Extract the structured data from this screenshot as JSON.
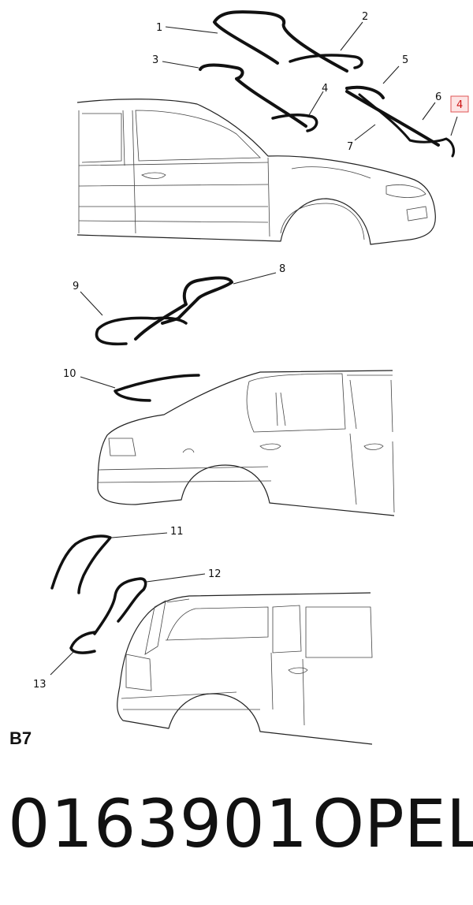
{
  "callouts": {
    "c1": "1",
    "c2": "2",
    "c3": "3",
    "c4a": "4",
    "c5": "5",
    "c6": "6",
    "c7": "7",
    "c4b": "4",
    "c8": "8",
    "c9": "9",
    "c10": "10",
    "c11": "11",
    "c12": "12",
    "c13": "13"
  },
  "highlighted_callout": "c4b",
  "colors": {
    "line": "#111111",
    "highlight_fill": "#fde4e4",
    "highlight_stroke": "#e05555",
    "highlight_text": "#cc1111"
  },
  "section_label": "B7",
  "part_number": "0163901",
  "brand": "OPEL"
}
